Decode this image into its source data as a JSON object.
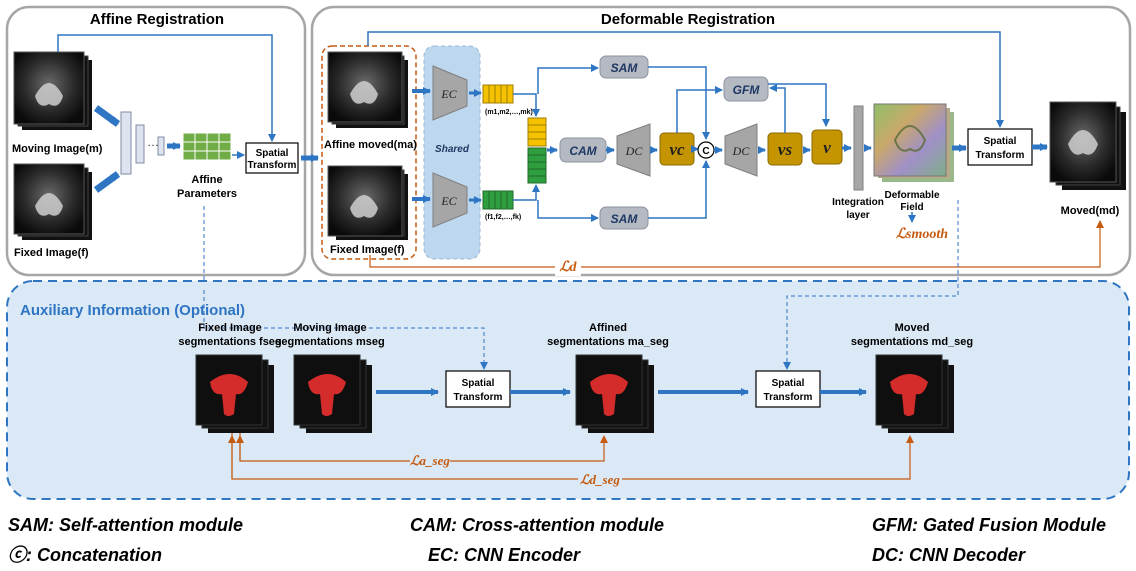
{
  "sections": {
    "affine_title": "Affine Registration",
    "deformable_title": "Deformable Registration",
    "auxiliary_title": "Auxiliary Information (Optional)"
  },
  "affine": {
    "moving_label": "Moving Image(m)",
    "fixed_label": "Fixed Image(f)",
    "params_label_1": "Affine",
    "params_label_2": "Parameters",
    "spatial_transform_1": "Spatial",
    "spatial_transform_2": "Transform"
  },
  "deformable": {
    "affine_moved_label": "Affine moved(ma)",
    "fixed_label": "Fixed Image(f)",
    "shared_label": "Shared",
    "ec_label": "EC",
    "dc_label": "DC",
    "sam_label": "SAM",
    "cam_label": "CAM",
    "gfm_label": "GFM",
    "vc_label": "vc",
    "vs_label": "vs",
    "v_label": "v",
    "concat_symbol": "C",
    "m_features": "(m1,m2,…,mk)",
    "f_features": "(f1,f2,…,fk)",
    "integration_1": "Integration",
    "integration_2": "layer",
    "deformable_field_1": "Deformable",
    "deformable_field_2": "Field",
    "loss_smooth": "ℒsmooth",
    "loss_d": "ℒd",
    "spatial_transform_1": "Spatial",
    "spatial_transform_2": "Transform",
    "moved_label": "Moved(md)"
  },
  "auxiliary": {
    "fixed_seg_1": "Fixed Image",
    "fixed_seg_2": "segmentations fseg",
    "moving_seg_1": "Moving Image",
    "moving_seg_2": "segmentations mseg",
    "affined_seg_1": "Affined",
    "affined_seg_2": "segmentations ma_seg",
    "moved_seg_1": "Moved",
    "moved_seg_2": "segmentations md_seg",
    "spatial_transform_1": "Spatial",
    "spatial_transform_2": "Transform",
    "loss_a_seg": "ℒa_seg",
    "loss_d_seg": "ℒd_seg"
  },
  "legend": {
    "sam": "SAM: Self-attention module",
    "cam": "CAM: Cross-attention module",
    "gfm": "GFM: Gated Fusion Module",
    "concat": "ⓒ: Concatenation",
    "ec": "EC: CNN Encoder",
    "dc": "DC: CNN Decoder"
  },
  "colors": {
    "arrow_blue": "#2e75c3",
    "loss_orange": "#c55a11",
    "module_gray": "#b4b9c2",
    "module_text": "#1f3864",
    "gold": "#c49500",
    "feat_yellow": "#f5c200",
    "feat_green": "#2e9e3e",
    "aux_bg": "#dbe8f5",
    "shared_bg": "#bdd7ee"
  }
}
